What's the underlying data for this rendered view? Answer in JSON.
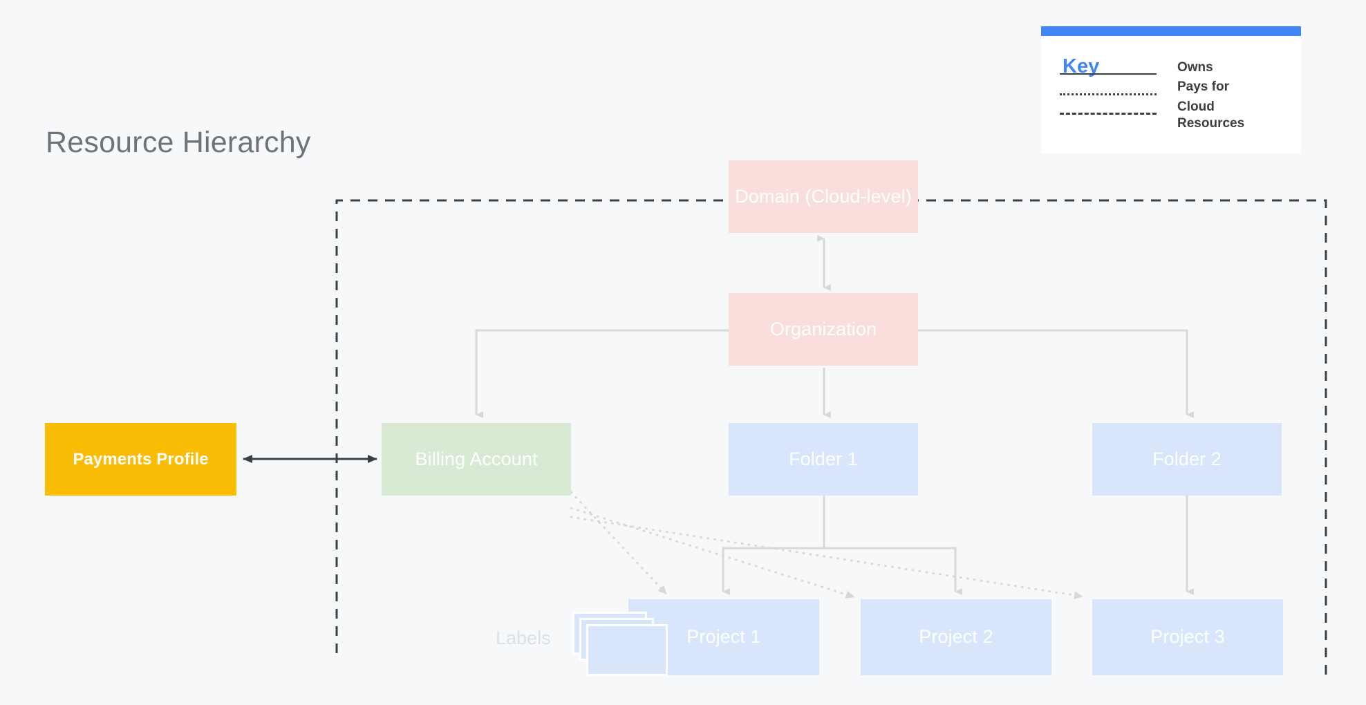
{
  "page": {
    "title": "Resource Hierarchy",
    "background_color": "#f6f8fa"
  },
  "key": {
    "title": "Key",
    "accent_color": "#4285f4",
    "entries": [
      {
        "label": "Owns",
        "line_style": "solid"
      },
      {
        "label": "Pays for",
        "line_style": "dotted"
      },
      {
        "label": "Cloud Resources",
        "line_style": "dashed"
      }
    ]
  },
  "diagram": {
    "labels_caption": "Labels",
    "nodes": {
      "payments_profile": {
        "label": "Payments Profile",
        "color": "#fbbc05"
      },
      "domain": {
        "label": "Domain (Cloud-level)",
        "color": "#f9dedc"
      },
      "organization": {
        "label": "Organization",
        "color": "#f9dedc"
      },
      "billing_account": {
        "label": "Billing Account",
        "color": "#d9ead4"
      },
      "folder_1": {
        "label": "Folder 1",
        "color": "#d8e5fb"
      },
      "folder_2": {
        "label": "Folder 2",
        "color": "#d8e5fb"
      },
      "project_1": {
        "label": "Project 1",
        "color": "#d8e5fb"
      },
      "project_2": {
        "label": "Project 2",
        "color": "#d8e5fb"
      },
      "project_3": {
        "label": "Project 3",
        "color": "#d8e5fb"
      }
    },
    "edges": [
      {
        "from": "domain",
        "to": "organization",
        "style": "owns",
        "bidirectional": true
      },
      {
        "from": "organization",
        "to": "billing_account",
        "style": "owns"
      },
      {
        "from": "organization",
        "to": "folder_1",
        "style": "owns"
      },
      {
        "from": "organization",
        "to": "folder_2",
        "style": "owns"
      },
      {
        "from": "folder_1",
        "to": "project_1",
        "style": "owns"
      },
      {
        "from": "folder_1",
        "to": "project_2",
        "style": "owns"
      },
      {
        "from": "folder_2",
        "to": "project_3",
        "style": "owns"
      },
      {
        "from": "payments_profile",
        "to": "billing_account",
        "style": "owns",
        "bidirectional": true
      },
      {
        "from": "billing_account",
        "to": "project_1",
        "style": "pays-for"
      },
      {
        "from": "billing_account",
        "to": "project_2",
        "style": "pays-for"
      },
      {
        "from": "billing_account",
        "to": "project_3",
        "style": "pays-for"
      }
    ],
    "cloud_resources_boundary": "dashed"
  }
}
